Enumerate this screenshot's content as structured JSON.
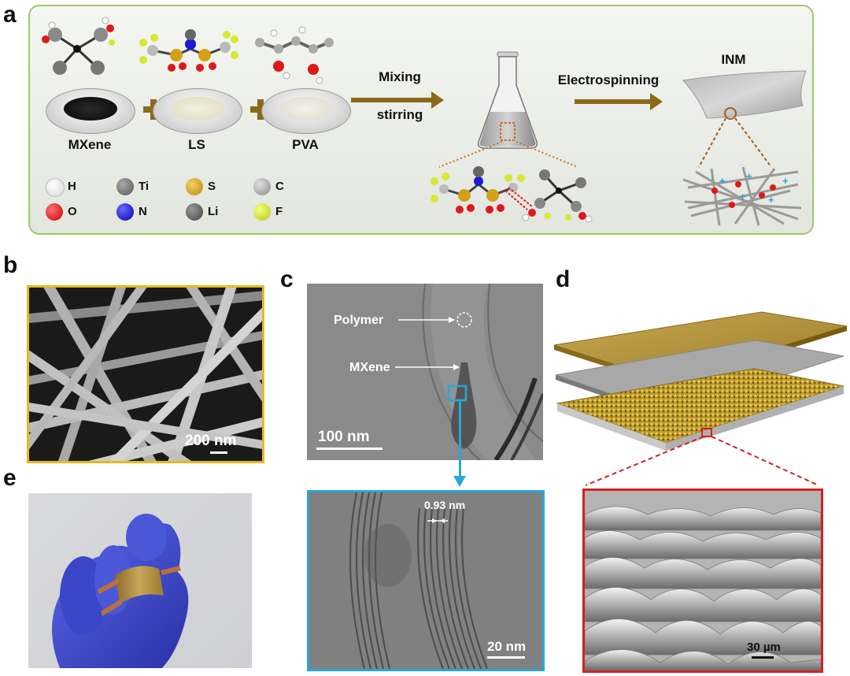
{
  "panel_labels": {
    "a": "a",
    "b": "b",
    "c": "c",
    "d": "d",
    "e": "e"
  },
  "panel_a": {
    "materials": [
      "MXene",
      "LS",
      "PVA"
    ],
    "step1": {
      "line1": "Mixing",
      "line2": "stirring"
    },
    "step2": "Electrospinning",
    "product": "INM",
    "legend": [
      {
        "symbol": "H",
        "color": "#f4f4f4"
      },
      {
        "symbol": "Ti",
        "color": "#6a6a6a"
      },
      {
        "symbol": "S",
        "color": "#d4a017"
      },
      {
        "symbol": "C",
        "color": "#a8a8a8"
      },
      {
        "symbol": "O",
        "color": "#e01818"
      },
      {
        "symbol": "N",
        "color": "#1a1ad8"
      },
      {
        "symbol": "Li",
        "color": "#5a5a5a"
      },
      {
        "symbol": "F",
        "color": "#d8e830"
      }
    ]
  },
  "panel_b": {
    "scale": "200 nm"
  },
  "panel_c": {
    "polymer": "Polymer",
    "mxene": "MXene",
    "scale_top": "100 nm",
    "spacing": "0.93 nm",
    "scale_bottom": "20 nm"
  },
  "panel_d": {
    "scale": "30 µm"
  },
  "colors": {
    "frame_green": "#9fc86a",
    "arrow_brown": "#8a6a1a",
    "sem_border": "#e8b820",
    "tem_border": "#2aa6d8",
    "zoom_border": "#d82020",
    "gold": "#b89a3a"
  }
}
